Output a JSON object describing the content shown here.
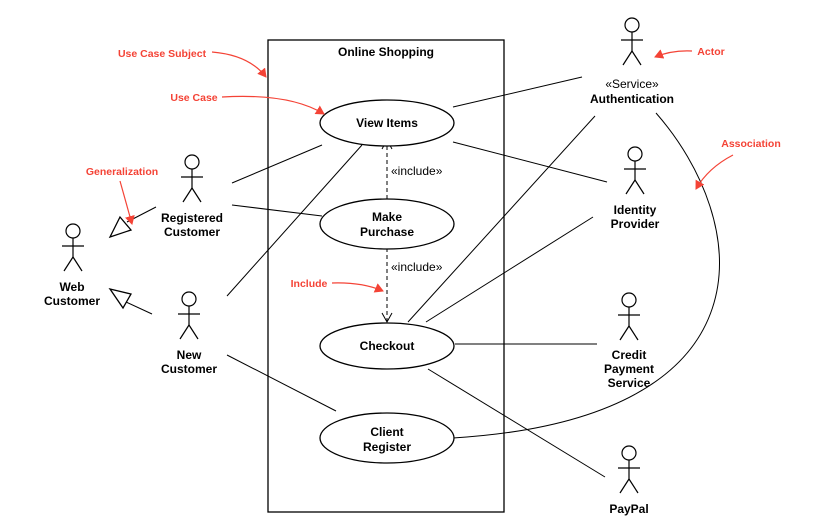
{
  "subject": {
    "title": "Online Shopping"
  },
  "use_cases": {
    "view_items": [
      "View Items"
    ],
    "make_purchase": [
      "Make",
      "Purchase"
    ],
    "checkout": [
      "Checkout"
    ],
    "client_register": [
      "Client",
      "Register"
    ]
  },
  "actors": {
    "web_customer": [
      "Web",
      "Customer"
    ],
    "registered_customer": [
      "Registered",
      "Customer"
    ],
    "new_customer": [
      "New",
      "Customer"
    ],
    "authentication": {
      "stereotype": "«Service»",
      "name": [
        "Authentication"
      ]
    },
    "identity_provider": [
      "Identity",
      "Provider"
    ],
    "credit_payment_service": [
      "Credit",
      "Payment",
      "Service"
    ],
    "paypal": [
      "PayPal"
    ]
  },
  "relations": {
    "include_purchase_view": "«include»",
    "include_purchase_checkout": "«include»"
  },
  "annotations": {
    "use_case_subject": "Use Case Subject",
    "use_case": "Use Case",
    "generalization": "Generalization",
    "include": "Include",
    "actor": "Actor",
    "association": "Association"
  },
  "colors": {
    "annotation": "#f44336",
    "line": "#000000",
    "background": "#ffffff"
  }
}
